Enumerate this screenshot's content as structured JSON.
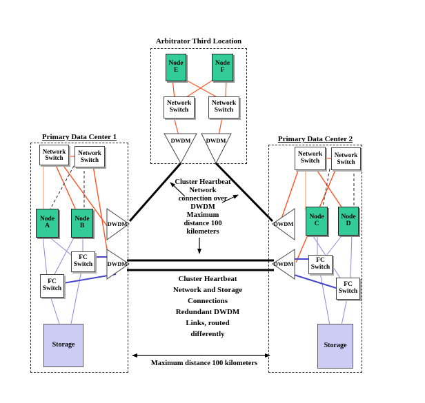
{
  "arbitrator": {
    "title": "Arbitrator Third Location",
    "node_e": "Node\nE",
    "node_f": "Node\nF"
  },
  "datacenter1": {
    "title": "Primary Data Center 1",
    "node_a": "Node\nA",
    "node_b": "Node\nB"
  },
  "datacenter2": {
    "title": "Primary Data Center 2",
    "node_c": "Node\nC",
    "node_d": "Node\nD"
  },
  "labels": {
    "network_switch": "Network\nSwitch",
    "fc_switch": "FC\nSwitch",
    "dwdm": "DWDM",
    "storage": "Storage"
  },
  "annotations": {
    "heartbeat_dwdm": "Cluster Heartbeat\nNetwork\nconnection over\nDWDM\nMaximum\ndistance 100\nkilometers",
    "redundant_links": "Cluster Heartbeat\nNetwork and Storage\nConnections\nRedundant DWDM\nLinks, routed\ndifferently",
    "max_distance": "Maximum distance 100 kilometers"
  },
  "colors": {
    "node_fill": "#33cc99",
    "storage_fill": "#ccccf5",
    "heartbeat_link_orange": "#ff5222",
    "lan_link_salmon": "#ffbb99",
    "san_link_blue": "#8888dd",
    "san_dwdm_link_blue": "#4444cc",
    "dwdm_trunk_black": "#000000"
  }
}
